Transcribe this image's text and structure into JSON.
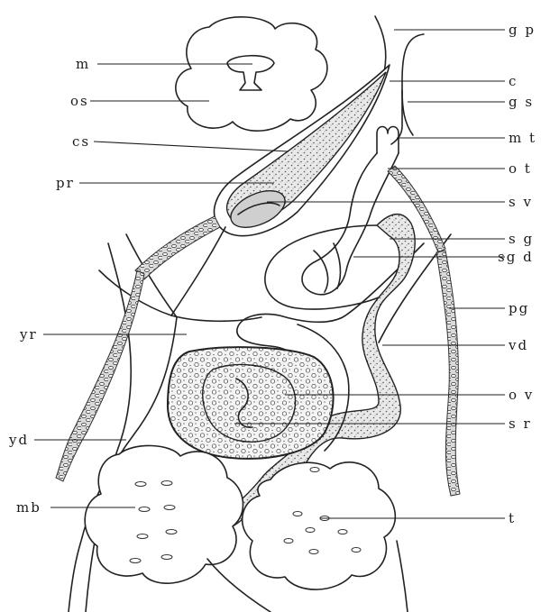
{
  "labels": {
    "gp": "g p",
    "c": "c",
    "gs": "g s",
    "mt": "m t",
    "ot": "o t",
    "sv": "s v",
    "sg": "s g",
    "sgd": "sg d",
    "pg": "pg",
    "vd": "vd",
    "ov": "o v",
    "sr": "s r",
    "t": "t",
    "m": "m",
    "os": "os",
    "cs": "cs",
    "pr": "pr",
    "yr": "yr",
    "yd": "yd",
    "mb": "mb"
  }
}
